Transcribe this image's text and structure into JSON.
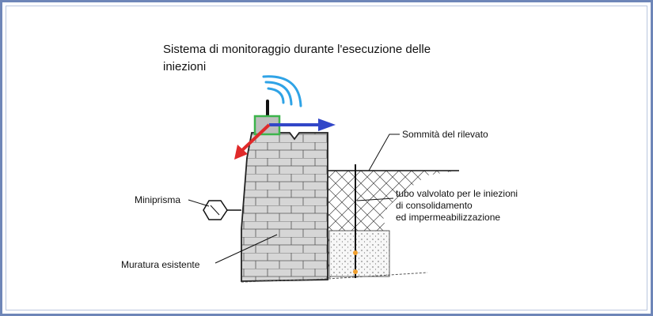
{
  "title": {
    "line1": "Sistema di monitoraggio durante l'esecuzione delle",
    "line2": "iniezioni"
  },
  "labels": {
    "sommita": "Sommità del rilevato",
    "tubo_line1": "tubo valvolato per le iniezioni",
    "tubo_line2": "di consolidamento",
    "tubo_line3": "ed impermeabilizzazione",
    "miniprisma": "Miniprisma",
    "muratura": "Muratura esistente"
  },
  "colors": {
    "frame": "#6e86b8",
    "wifi": "#2fa3e6",
    "sensor_box": "#3cb44b",
    "arrow_x": "#3247c8",
    "arrow_y": "#e02a2a",
    "wall": "#d6d6d6",
    "valve": "#f0a030",
    "drain": "#e8e27a"
  },
  "icons": [
    "wifi-signal-icon",
    "prism-hexagon-icon",
    "sensor-box-icon"
  ]
}
